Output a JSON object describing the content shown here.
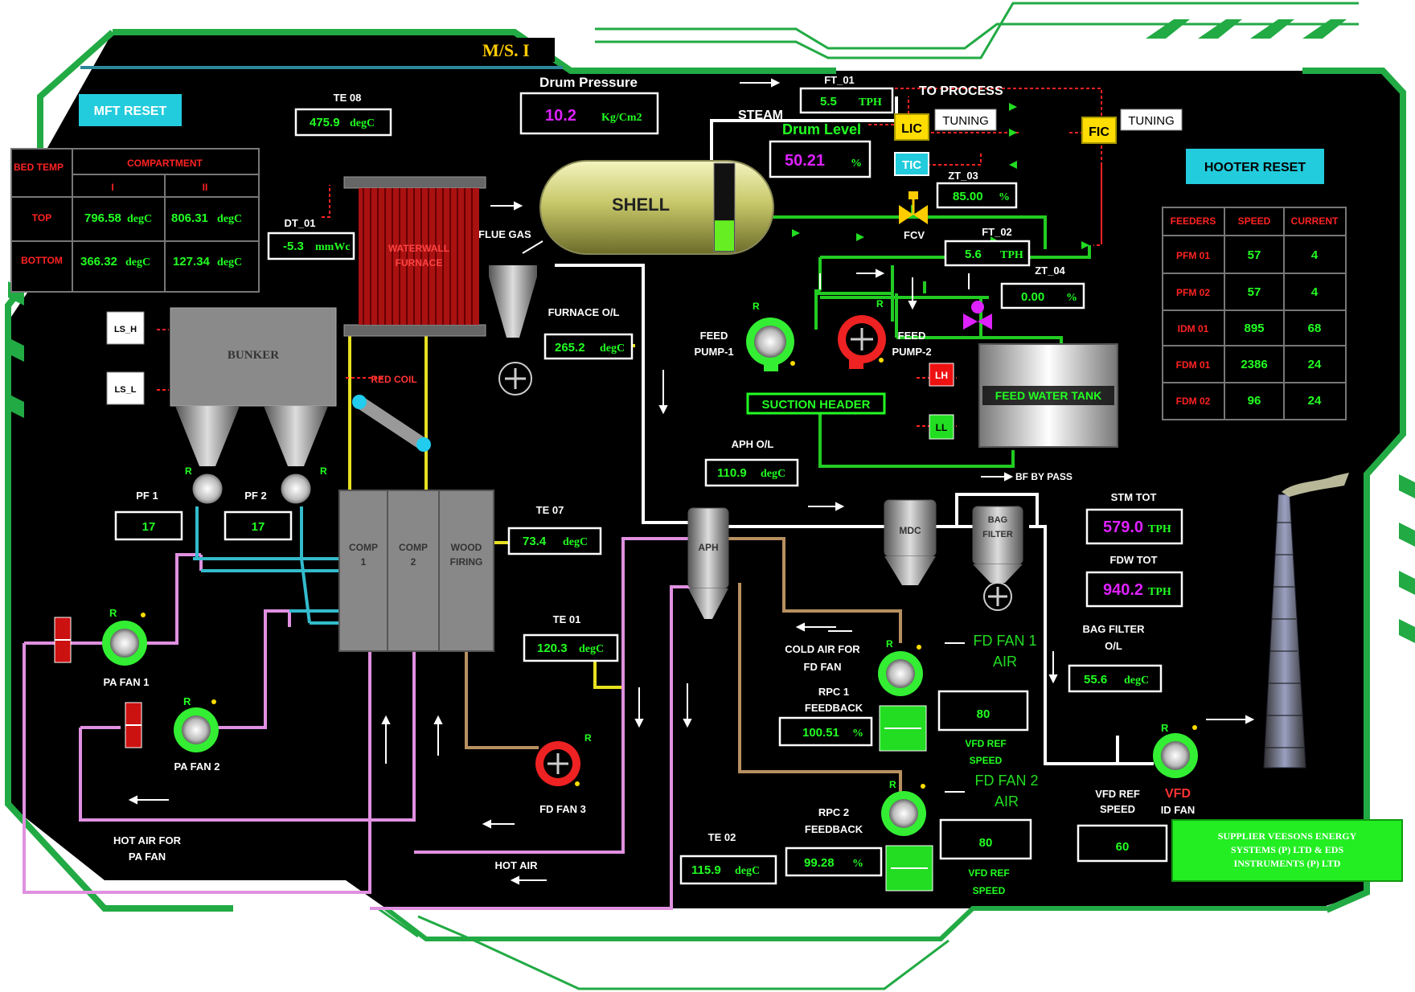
{
  "header_title": "M/S. I",
  "buttons": {
    "mft_reset": "MFT RESET",
    "hooter_reset": "HOOTER RESET"
  },
  "bed_temp": {
    "label": "BED TEMP",
    "compartment_label": "COMPARTMENT",
    "col1": "I",
    "col2": "II",
    "top_label": "TOP",
    "bottom_label": "BOTTOM",
    "top1": "796.58",
    "top2": "806.31",
    "bottom1": "366.32",
    "bottom2": "127.34",
    "unit": "degC"
  },
  "te08": {
    "tag": "TE 08",
    "value": "475.9",
    "unit": "degC"
  },
  "drum_pressure": {
    "label": "Drum Pressure",
    "value": "10.2",
    "unit": "Kg/Cm2"
  },
  "ft01": {
    "tag": "FT_01",
    "value": "5.5",
    "unit": "TPH"
  },
  "to_process": "TO PROCESS",
  "steam": "STEAM",
  "drum_level": {
    "label": "Drum Level",
    "value": "50.21",
    "unit": "%"
  },
  "lic": "LIC",
  "tuning": "TUNING",
  "fic": "FIC",
  "tic": "TIC",
  "zt03": {
    "tag": "ZT_03",
    "value": "85.00",
    "unit": "%"
  },
  "fcv": "FCV",
  "ft02": {
    "tag": "FT_02",
    "value": "5.6",
    "unit": "TPH"
  },
  "zt04": {
    "tag": "ZT_04",
    "value": "0.00",
    "unit": "%"
  },
  "shell": "SHELL",
  "flue_gas": "FLUE GAS",
  "dt01": {
    "tag": "DT_01",
    "value": "-5.3",
    "unit": "mmWc"
  },
  "waterwall": {
    "line1": "WATERWALL",
    "line2": "FURNACE"
  },
  "red_coil": "RED COIL",
  "furnace_ot": {
    "label": "FURNACE O/L",
    "value": "265.2",
    "unit": "degC"
  },
  "ls_h": "LS_H",
  "ls_l": "LS_L",
  "bunker": "BUNKER",
  "feeders": {
    "headers": [
      "FEEDERS",
      "SPEED",
      "CURRENT"
    ],
    "rows": [
      [
        "PFM 01",
        "57",
        "4"
      ],
      [
        "PFM 02",
        "57",
        "4"
      ],
      [
        "IDM 01",
        "895",
        "68"
      ],
      [
        "FDM 01",
        "2386",
        "24"
      ],
      [
        "FDM 02",
        "96",
        "24"
      ]
    ]
  },
  "feed_pump1": {
    "line1": "FEED",
    "line2": "PUMP-1"
  },
  "feed_pump2": {
    "line1": "FEED",
    "line2": "PUMP-2"
  },
  "suction_header": "SUCTION HEADER",
  "lh": "LH",
  "ll": "LL",
  "feed_water_tank": "FEED WATER TANK",
  "pf1": {
    "label": "PF 1",
    "value": "17"
  },
  "pf2": {
    "label": "PF 2",
    "value": "17"
  },
  "comp1": {
    "line1": "COMP",
    "line2": "1"
  },
  "comp2": {
    "line1": "COMP",
    "line2": "2"
  },
  "wood": {
    "line1": "WOOD",
    "line2": "FIRING"
  },
  "te07": {
    "tag": "TE 07",
    "value": "73.4",
    "unit": "degC"
  },
  "aph_ot": {
    "label": "APH O/L",
    "value": "110.9",
    "unit": "degC"
  },
  "aph": "APH",
  "mdc": "MDC",
  "bag_filter": {
    "line1": "BAG",
    "line2": "FILTER"
  },
  "bf_bypass": "BF BY PASS",
  "stm_tot": {
    "label": "STM TOT",
    "value": "579.0",
    "unit": "TPH"
  },
  "fdw_tot": {
    "label": "FDW TOT",
    "value": "940.2",
    "unit": "TPH"
  },
  "bag_filter_ol": {
    "line1": "BAG FILTER",
    "line2": "O/L",
    "value": "55.6",
    "unit": "degC"
  },
  "te01": {
    "tag": "TE 01",
    "value": "120.3",
    "unit": "degC"
  },
  "cold_air": {
    "line1": "COLD AIR FOR",
    "line2": "FD FAN"
  },
  "rpc1": {
    "line1": "RPC 1",
    "line2": "FEEDBACK",
    "value": "100.51",
    "unit": "%"
  },
  "fd_fan1": {
    "line1": "FD FAN 1",
    "line2": "AIR",
    "value": "80"
  },
  "vfd_ref1": {
    "line1": "VFD REF",
    "line2": "SPEED"
  },
  "pa_fan1": "PA FAN 1",
  "pa_fan2": "PA FAN 2",
  "fd_fan3": "FD FAN 3",
  "hot_air_pa": {
    "line1": "HOT AIR FOR",
    "line2": "PA FAN"
  },
  "hot_air": "HOT AIR",
  "te02": {
    "tag": "TE 02",
    "value": "115.9",
    "unit": "degC"
  },
  "rpc2": {
    "line1": "RPC 2",
    "line2": "FEEDBACK",
    "value": "99.28",
    "unit": "%"
  },
  "fd_fan2": {
    "line1": "FD FAN 2",
    "line2": "AIR",
    "value": "80"
  },
  "vfd_ref2": {
    "line1": "VFD REF",
    "line2": "SPEED"
  },
  "id_vfd_ref": {
    "line1": "VFD REF",
    "line2": "SPEED",
    "value": "60"
  },
  "vfd": "VFD",
  "id_fan": "ID FAN",
  "run_mark": "R",
  "supplier": {
    "line1": "SUPPLIER VEESONS ENERGY",
    "line2": "SYSTEMS (P) LTD & EDS",
    "line3": "INSTRUMENTS (P) LTD"
  },
  "drum_level_fraction": 0.35,
  "colors": {
    "frame": "#22aa44",
    "panel": "#000000",
    "value": "#22ff22",
    "magenta": "#dd22ff",
    "cyan": "#33ccdd"
  }
}
